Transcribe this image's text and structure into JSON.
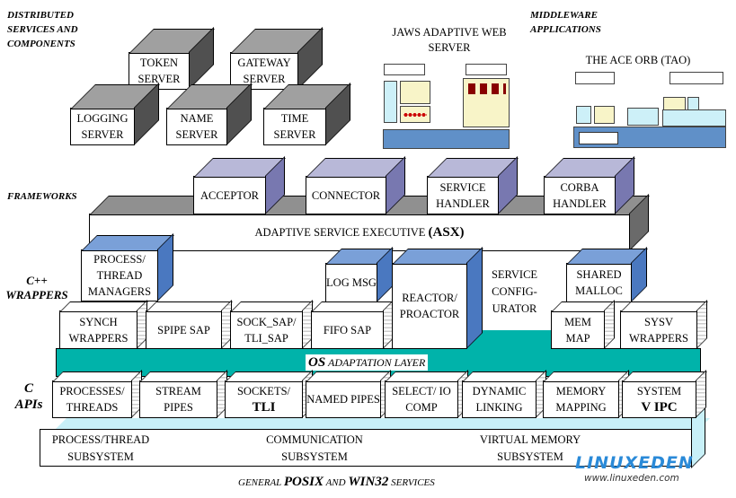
{
  "labels": {
    "distributed": "DISTRIBUTED SERVICES AND COMPONENTS",
    "middleware": "MIDDLEWARE APPLICATIONS",
    "frameworks": "FRAMEWORKS",
    "cpp_wrappers": "C++ WRAPPERS",
    "c_apis": "C APIs"
  },
  "services": {
    "token": "TOKEN SERVER",
    "gateway": "GATEWAY SERVER",
    "logging": "LOGGING SERVER",
    "name": "NAME SERVER",
    "time": "TIME SERVER"
  },
  "middleware": {
    "jaws": "JAWS ADAPTIVE WEB SERVER",
    "tao": "THE ACE ORB (TAO)"
  },
  "frameworks": {
    "acceptor": "ACCEPTOR",
    "connector": "CONNECTOR",
    "service_handler": "SERVICE HANDLER",
    "corba_handler": "CORBA HANDLER",
    "asx": "ADAPTIVE SERVICE EXECUTIVE",
    "asx_abbr": "(ASX)"
  },
  "wrappers": {
    "process_thread": "PROCESS/ THREAD MANAGERS",
    "log_msg": "LOG MSG",
    "reactor": "REACTOR/ PROACTOR",
    "service_config": "SERVICE CONFIG- URATOR",
    "shared_malloc": "SHARED MALLOC",
    "synch": "SYNCH WRAPPERS",
    "spipe": "SPIPE SAP",
    "sock_sap": "SOCK_SAP/ TLI_SAP",
    "fifo": "FIFO SAP",
    "mem_map": "MEM MAP",
    "sysv": "SYSV WRAPPERS"
  },
  "os_layer": {
    "os": "OS",
    "rest": "ADAPTATION LAYER"
  },
  "c_apis": {
    "processes": "PROCESSES/ THREADS",
    "stream": "STREAM PIPES",
    "sockets": "SOCKETS/",
    "tli": "TLI",
    "named": "NAMED PIPES",
    "select": "SELECT/ IO COMP",
    "dynamic": "DYNAMIC LINKING",
    "memory": "MEMORY MAPPING",
    "system": "SYSTEM",
    "vipc": "V IPC"
  },
  "subsystems": {
    "process": "PROCESS/THREAD SUBSYSTEM",
    "comm": "COMMUNICATION SUBSYSTEM",
    "vm": "VIRTUAL MEMORY SUBSYSTEM"
  },
  "footer": {
    "general": "GENERAL",
    "posix": "POSIX",
    "and": "AND",
    "win32": "WIN32",
    "services": "SERVICES"
  },
  "watermark": {
    "logo": "LINUXEDEN",
    "url": "www.linuxeden.com"
  },
  "colors": {
    "teal": "#00b3aa",
    "blue": "#4a78c0",
    "light_cyan": "#c8f0f8",
    "base_blue": "#6090c8"
  }
}
